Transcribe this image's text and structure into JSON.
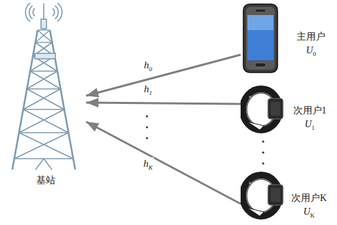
{
  "diagram": {
    "nodes": [
      {
        "text": [
          "基站"
        ]
      },
      {
        "text": [
          "主用户",
          "U0"
        ]
      },
      {
        "text": [
          "次用户1",
          "U1"
        ]
      },
      {
        "text": [
          "次用户K",
          "UK"
        ]
      }
    ],
    "edges": [
      {
        "from": 1,
        "to": 0,
        "arrow": "to",
        "label": "h0"
      },
      {
        "from": 2,
        "to": 0,
        "arrow": "to",
        "label": "h1"
      },
      {
        "from": 3,
        "to": 0,
        "arrow": "to",
        "label": "hK"
      }
    ]
  }
}
